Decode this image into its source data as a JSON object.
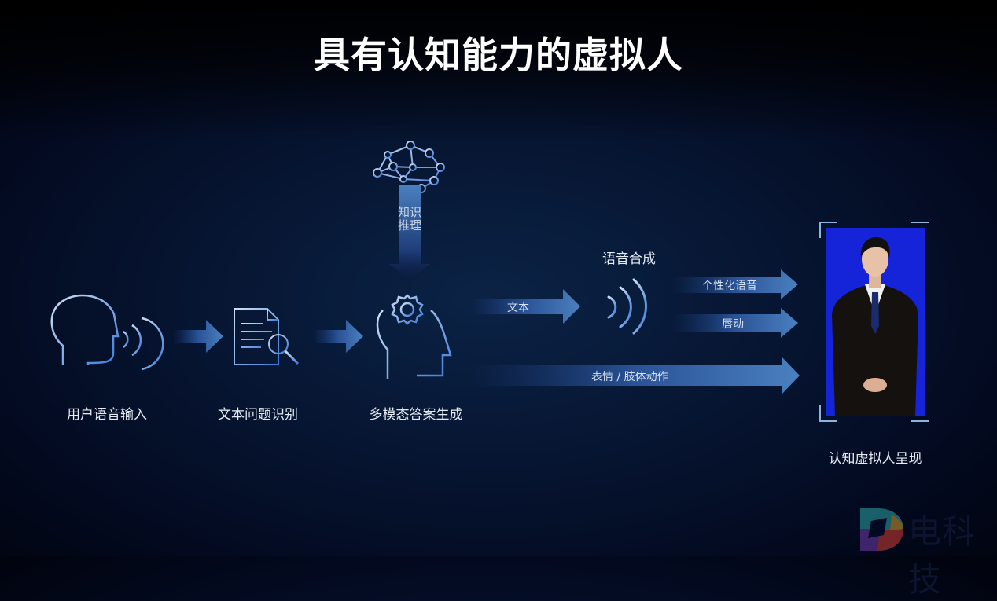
{
  "title": "具有认知能力的虚拟人",
  "steps": {
    "voice_input": "用户语音输入",
    "text_recognition": "文本问题识别",
    "answer_generation": "多模态答案生成",
    "presentation": "认知虚拟人呈现"
  },
  "knowledge_arrow": "知识推理",
  "speech_synthesis": "语音合成",
  "arrows": {
    "text": "文本",
    "personalized_voice": "个性化语音",
    "lip": "唇动",
    "expression": "表情 / 肢体动作"
  },
  "watermark": "电科技",
  "colors": {
    "accent": "#4a80c0",
    "avatar_bg": "#1524d8"
  }
}
